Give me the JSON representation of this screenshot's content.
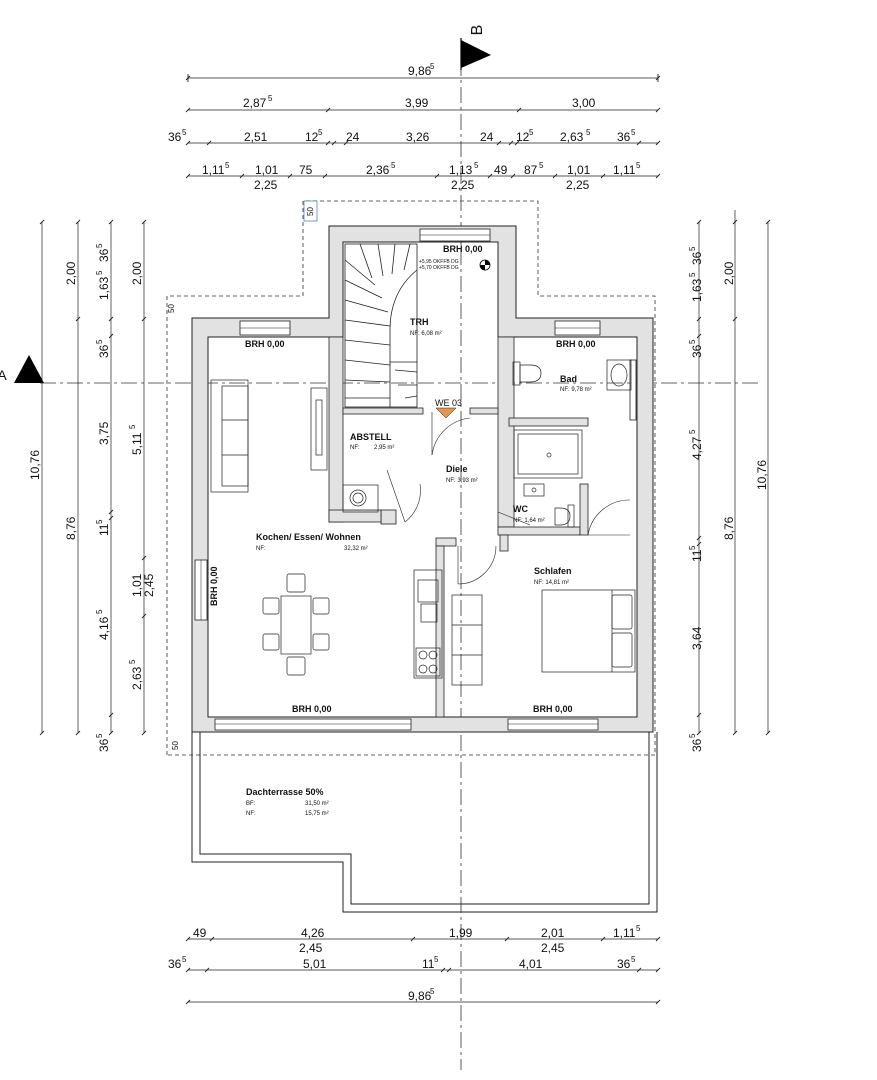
{
  "section_markers": {
    "a": "A",
    "b": "B"
  },
  "wing_offset": "50",
  "unit_label": "WE 03",
  "stair_levels": {
    "line1": "+5,95 OKFFB DG",
    "line2": "+5,70 OKFFB DG"
  },
  "rooms": {
    "trh": {
      "name": "TRH",
      "area": "NF: 6,08 m²"
    },
    "bad": {
      "name": "Bad",
      "area": "NF: 9,78 m²"
    },
    "abstell": {
      "name": "ABSTELL",
      "nf": "NF:",
      "area": "2,95 m²"
    },
    "diele": {
      "name": "Diele",
      "area": "NF: 3,93 m²"
    },
    "wc": {
      "name": "WC",
      "area": "NF: 1,64 m²"
    },
    "kochen": {
      "name": "Kochen/ Essen/ Wohnen",
      "nf": "NF:",
      "area": "32,32 m²"
    },
    "schlafen": {
      "name": "Schlafen",
      "area": "NF: 14,81 m²"
    },
    "terrasse": {
      "name": "Dachterrasse 50%",
      "bf_label": "BF:",
      "bf": "31,50 m²",
      "nf_label": "NF:",
      "nf": "15,75 m²"
    }
  },
  "brh": {
    "label": "BRH 0,00"
  },
  "dims": {
    "top_total": "9,86",
    "top_row2": [
      "2,87",
      "3,99",
      "3,00"
    ],
    "top_row3": [
      "36",
      "2,51",
      "12",
      "24",
      "3,26",
      "24",
      "12",
      "2,63",
      "36"
    ],
    "top_row4_upper": [
      "1,11",
      "1,01",
      "75",
      "2,36",
      "1,13",
      "49",
      "87",
      "1,01",
      "1,11"
    ],
    "top_row4_lower": [
      "2,25",
      "2,25",
      "2,25"
    ],
    "bottom_row1_upper": [
      "49",
      "4,26",
      "1,99",
      "2,01",
      "1,11"
    ],
    "bottom_row1_lower": [
      "2,45",
      "2,45"
    ],
    "bottom_row2": [
      "36",
      "5,01",
      "11",
      "4,01",
      "36"
    ],
    "bottom_total": "9,86",
    "left_total": "10,76",
    "left_col2": [
      "2,00",
      "8,76"
    ],
    "left_col3": [
      "1,63",
      "36",
      "3,75",
      "11",
      "4,16",
      "36"
    ],
    "left_col4": [
      "2,00",
      "5,11",
      "1,01",
      "2,45",
      "2,63"
    ],
    "right_total": "10,76",
    "right_col2": [
      "2,00",
      "8,76"
    ],
    "right_col3": [
      "36",
      "1,63",
      "36",
      "4,27",
      "11",
      "3,64",
      "36"
    ],
    "sup5": "5"
  }
}
